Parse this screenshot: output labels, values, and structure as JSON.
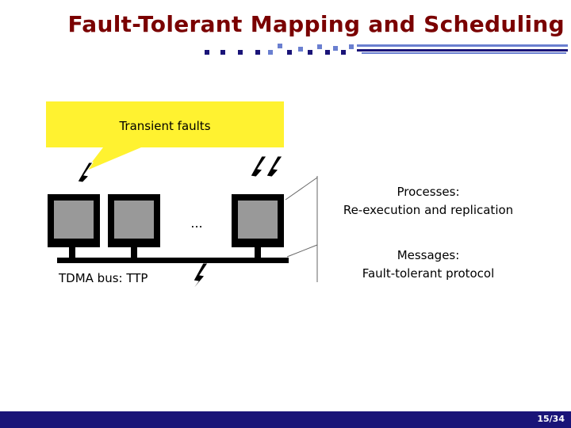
{
  "slide": {
    "title": "Fault-Tolerant Mapping and Scheduling",
    "page_number": "15/34",
    "accent_color": "#7a0000",
    "footer_color": "#1a1478",
    "callout_color": "#fff230"
  },
  "diagram": {
    "callout_text": "Transient faults",
    "ellipsis": "...",
    "bus_label": "TDMA bus: TTP",
    "processes_heading": "Processes:",
    "processes_text": "Re-execution and replication",
    "messages_heading": "Messages:",
    "messages_text": "Fault-tolerant protocol"
  }
}
